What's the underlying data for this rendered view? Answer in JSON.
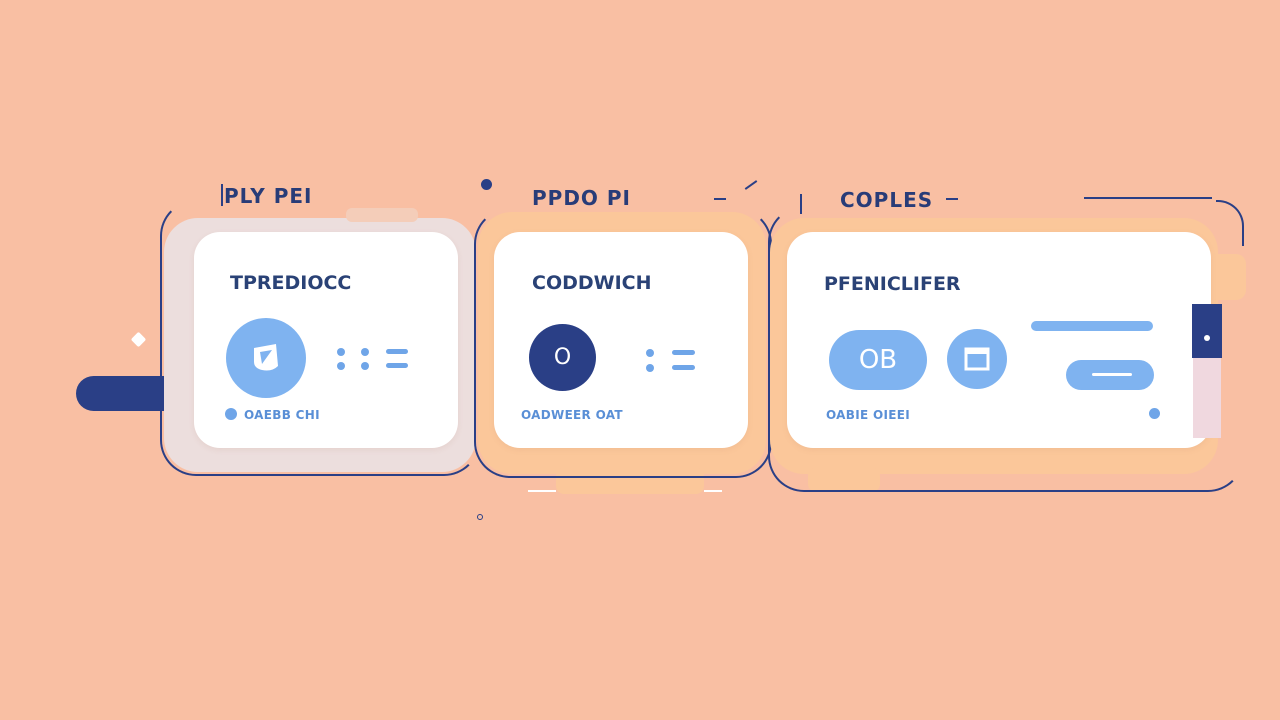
{
  "colors": {
    "background": "#f9bfa3",
    "navy": "#2a3f86",
    "accent_blue": "#7fb3f0",
    "card": "#ffffff"
  },
  "panels": [
    {
      "heading": "PLY PEI",
      "title": "TPREDIOCC",
      "footer": "OAEBB CHI",
      "icon": "music-note-icon"
    },
    {
      "heading": "PPDO PI",
      "title": "CODDWICH",
      "footer": "OADWEER OAT",
      "icon_text": "O"
    },
    {
      "heading": "COPLES",
      "title": "PFENICLIFER",
      "footer": "OABIE OIEEI",
      "pill_text": "OB",
      "icon": "window-icon"
    }
  ]
}
